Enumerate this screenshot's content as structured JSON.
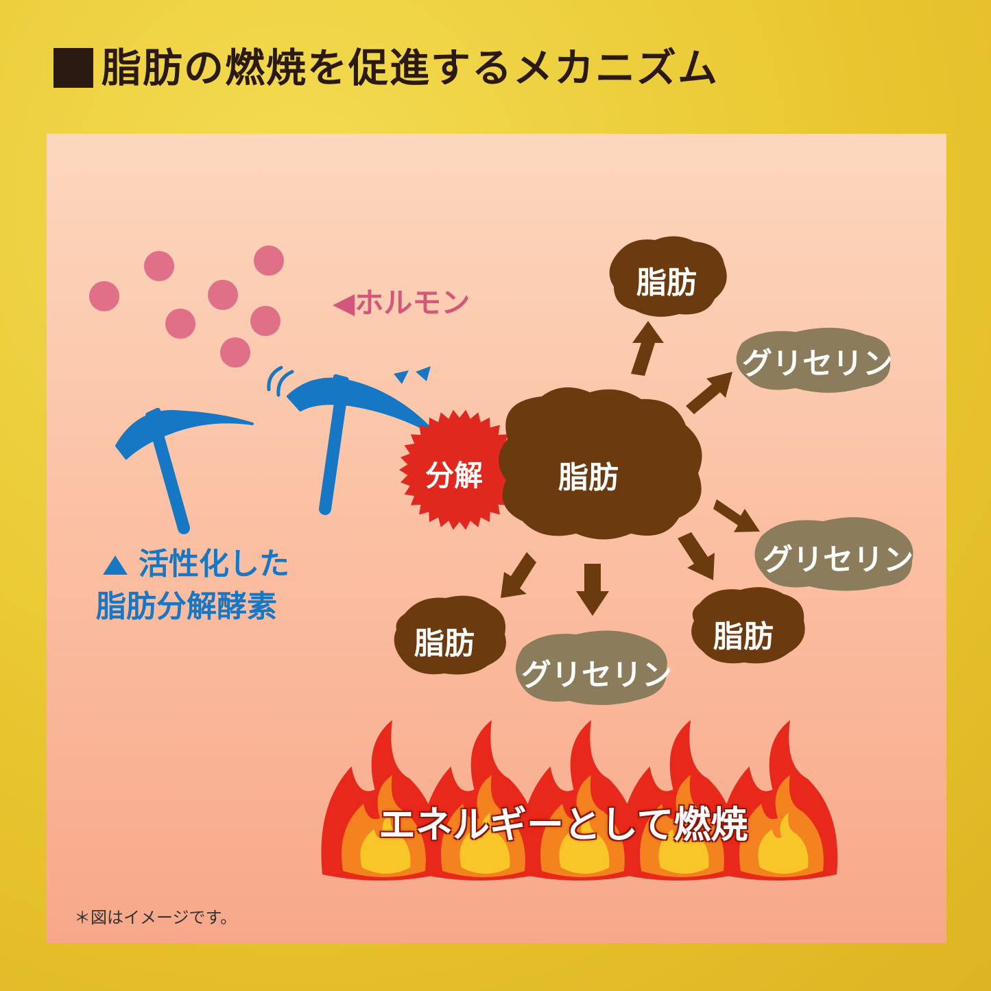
{
  "title": "■脂肪の燃焼を促進するメカニズム",
  "hormone": {
    "label": "◀ホルモン"
  },
  "enzyme": {
    "line1": "活性化した",
    "line2": "脂肪分解酵素"
  },
  "decompose": "分解",
  "fat_center": "脂肪",
  "products": {
    "fat_top": "脂肪",
    "glycerin_top": "グリセリン",
    "glycerin_right": "グリセリン",
    "fat_right": "脂肪",
    "glycerin_bottom": "グリセリン",
    "fat_left": "脂肪"
  },
  "burn_label": "エネルギーとして燃焼",
  "note": "＊図はイメージです。",
  "colors": {
    "background": "#e9c630",
    "fat": "#6b3a0e",
    "glycerin": "#8b7d5c",
    "decompose": "#e0281e",
    "hormone": "#e07088",
    "enzyme": "#1677c4",
    "arrow": "#6b3a0e"
  }
}
